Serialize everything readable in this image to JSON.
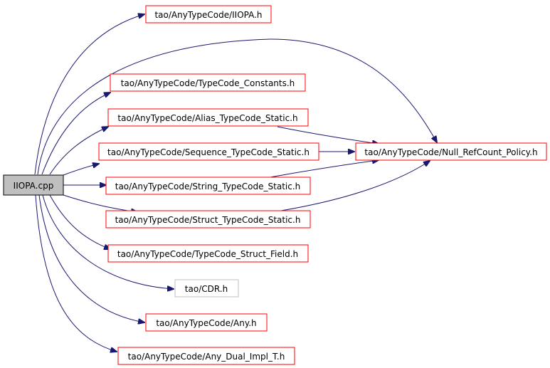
{
  "colors": {
    "edge": "#191970",
    "node_border": "#ff0000",
    "external_border": "#bfbfbf",
    "root_fill": "#bfbfbf",
    "root_border": "#000000",
    "node_fill": "#ffffff"
  },
  "root": {
    "label": "IIOPA.cpp"
  },
  "includes": [
    {
      "id": "n_iiopa_h",
      "label": "tao/AnyTypeCode/IIOPA.h"
    },
    {
      "id": "n_tc_constants",
      "label": "tao/AnyTypeCode/TypeCode_Constants.h"
    },
    {
      "id": "n_alias_tc",
      "label": "tao/AnyTypeCode/Alias_TypeCode_Static.h"
    },
    {
      "id": "n_sequence_tc",
      "label": "tao/AnyTypeCode/Sequence_TypeCode_Static.h"
    },
    {
      "id": "n_string_tc",
      "label": "tao/AnyTypeCode/String_TypeCode_Static.h"
    },
    {
      "id": "n_struct_tc",
      "label": "tao/AnyTypeCode/Struct_TypeCode_Static.h"
    },
    {
      "id": "n_struct_field",
      "label": "tao/AnyTypeCode/TypeCode_Struct_Field.h"
    },
    {
      "id": "n_cdr",
      "label": "tao/CDR.h"
    },
    {
      "id": "n_any",
      "label": "tao/AnyTypeCode/Any.h"
    },
    {
      "id": "n_any_dual",
      "label": "tao/AnyTypeCode/Any_Dual_Impl_T.h"
    },
    {
      "id": "n_null_refcount",
      "label": "tao/AnyTypeCode/Null_RefCount_Policy.h"
    }
  ]
}
